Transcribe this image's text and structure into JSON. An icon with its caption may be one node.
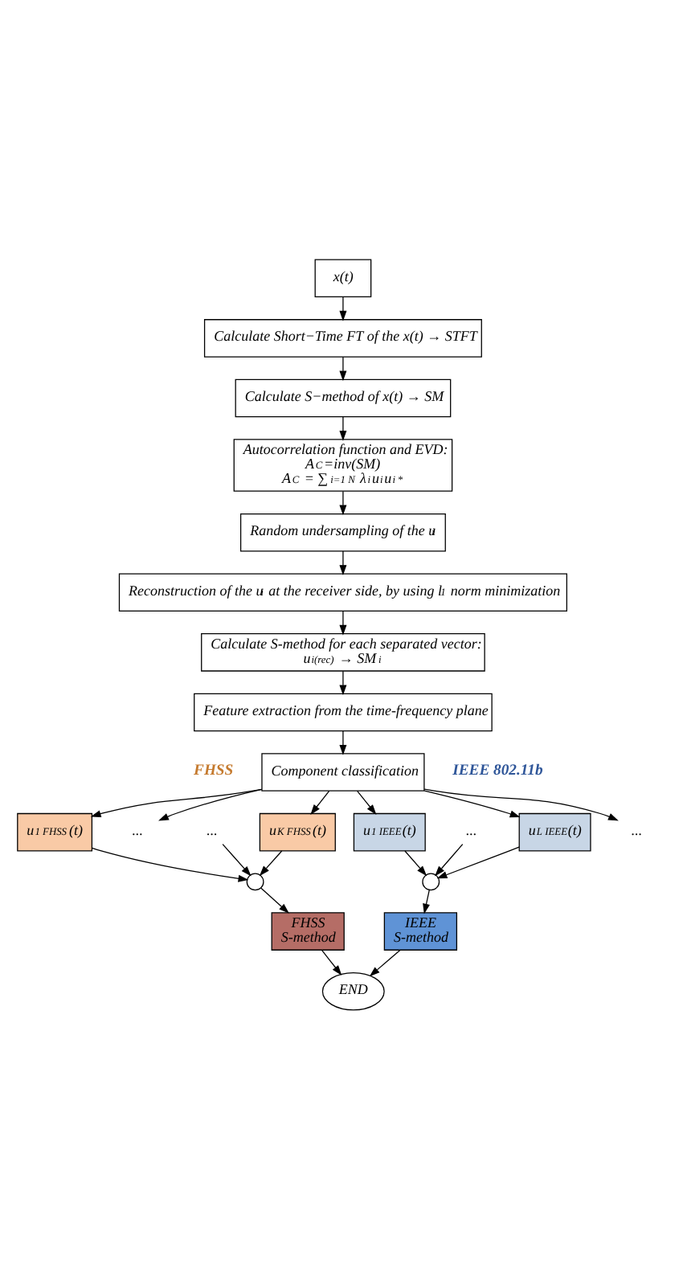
{
  "diagram": {
    "nodes": [
      {
        "text": [
          "x(t)"
        ]
      },
      {
        "text": [
          "Calculate Short−Time FT of the x(t) → STFT"
        ]
      },
      {
        "text": [
          "Calculate S−method of x(t) → SM"
        ]
      },
      {
        "text": [
          "Autocorrelation function and EVD:",
          "A$_{C}$=inv(SM)",
          "A$_{C}$ = ∑$_{i=1}$$^{N}$ λ$_{i}$u$_{i}$u$_{i}$$^{*}$"
        ]
      },
      {
        "text": [
          "Random undersampling of the u$_{i}$"
        ]
      },
      {
        "text": [
          "Reconstruction of the u$_{i}$ at the receiver side, by using l$_{1}$ norm minimization"
        ]
      },
      {
        "text": [
          "Calculate S-method for each separated vector:",
          "u$_{i(rec)}$ → SM$_{i}$"
        ]
      },
      {
        "text": [
          "Feature extraction from the time-frequency plane"
        ]
      },
      {
        "text": [
          "Component classification"
        ]
      },
      {
        "text": [
          "u$_{1 FHSS}$(t)"
        ]
      },
      {
        "text": [
          "..."
        ]
      },
      {
        "text": [
          "..."
        ]
      },
      {
        "text": [
          "u$_{K FHSS}$(t)"
        ]
      },
      {
        "text": [],
        "shape": "circle"
      },
      {
        "text": [
          "u$_{1 IEEE}$(t)"
        ]
      },
      {
        "text": [
          "..."
        ]
      },
      {
        "text": [
          "..."
        ]
      },
      {
        "text": [
          "u$_{L IEEE}$(t)"
        ]
      },
      {
        "text": [],
        "shape": "circle"
      },
      {
        "text": [
          "FHSS",
          "S-method"
        ]
      },
      {
        "text": [
          "IEEE",
          "S-method"
        ]
      },
      {
        "text": [
          "END"
        ]
      }
    ],
    "edges": [
      {
        "from": 0,
        "to": 1,
        "arrow": "to"
      },
      {
        "from": 1,
        "to": 2,
        "arrow": "to"
      },
      {
        "from": 2,
        "to": 3,
        "arrow": "to"
      },
      {
        "from": 3,
        "to": 4,
        "arrow": "to"
      },
      {
        "from": 4,
        "to": 5,
        "arrow": "to"
      },
      {
        "from": 5,
        "to": 6,
        "arrow": "to"
      },
      {
        "from": 6,
        "to": 7,
        "arrow": "to"
      },
      {
        "from": 7,
        "to": 8,
        "arrow": "to"
      },
      {
        "from": 8,
        "to": 9,
        "arrow": "to"
      },
      {
        "from": 8,
        "to": 10,
        "arrow": "to"
      },
      {
        "from": 8,
        "to": 12,
        "arrow": "to"
      },
      {
        "from": 8,
        "to": 14,
        "arrow": "to"
      },
      {
        "from": 8,
        "to": 15,
        "arrow": "to"
      },
      {
        "from": 8,
        "to": 17,
        "arrow": "to"
      },
      {
        "from": 9,
        "to": 13,
        "arrow": "to"
      },
      {
        "from": 11,
        "to": 13,
        "arrow": "to"
      },
      {
        "from": 12,
        "to": 13,
        "arrow": "to"
      },
      {
        "from": 14,
        "to": 18,
        "arrow": "to"
      },
      {
        "from": 16,
        "to": 18,
        "arrow": "to"
      },
      {
        "from": 17,
        "to": 18,
        "arrow": "to"
      },
      {
        "from": 13,
        "to": 19,
        "arrow": "to"
      },
      {
        "from": 18,
        "to": 20,
        "arrow": "to"
      },
      {
        "from": 19,
        "to": 21,
        "arrow": "to"
      },
      {
        "from": 20,
        "to": 21,
        "arrow": "to"
      }
    ],
    "labels": [
      "FHSS",
      "IEEE 802.11b"
    ]
  }
}
